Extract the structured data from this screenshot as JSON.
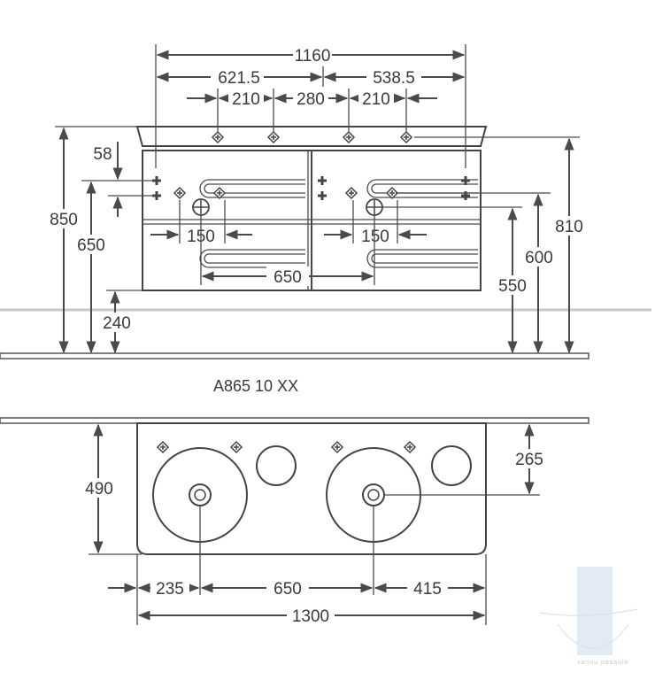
{
  "model_caption": "A865 10 XX",
  "front_view": {
    "widths": {
      "overall": "1160",
      "left": "621.5",
      "right": "538.5"
    },
    "tap_spacing": {
      "left": "210",
      "center": "280",
      "right": "210"
    },
    "heights": {
      "overall": "850",
      "cabinet_top": "810",
      "upper": "650",
      "drain": "600",
      "lower": "550",
      "floor_gap": "240"
    },
    "offset": "58",
    "drain_width_left": "150",
    "drain_width_right": "150",
    "drain_spacing": "650"
  },
  "top_view": {
    "depth": "490",
    "bowl_center_depth": "265",
    "left_offset": "235",
    "bowl_spacing": "650",
    "right_offset": "415",
    "overall_width": "1300"
  },
  "watermark": "vannu pasaule",
  "colors": {
    "line": "#4a4a4a",
    "text": "#3a3a3a",
    "wall": "#c8c8c8",
    "watermark": "#c9d7e6"
  }
}
